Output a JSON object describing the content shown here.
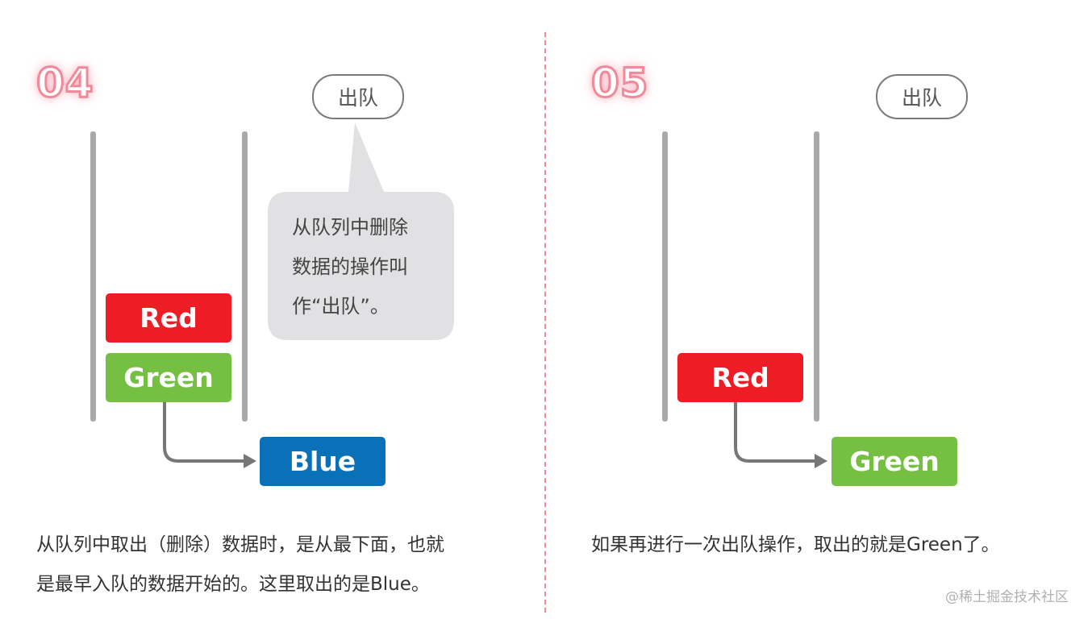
{
  "panel_left": {
    "step": "04",
    "pill": "出队",
    "callout": "从队列中删除数据的操作叫作“出队”。",
    "callout_lines": [
      "从队列中删除",
      "数据的操作叫",
      "作“出队”。"
    ],
    "queue": [
      "Red",
      "Green"
    ],
    "dequeued": "Blue",
    "caption_lines": [
      "从队列中取出（删除）数据时，是从最下面，也就",
      "是最早入队的数据开始的。这里取出的是Blue。"
    ]
  },
  "panel_right": {
    "step": "05",
    "pill": "出队",
    "queue": [
      "Red"
    ],
    "dequeued": "Green",
    "caption_lines": [
      "如果再进行一次出队操作，取出的就是Green了。"
    ]
  },
  "watermark": "@稀土掘金技术社区",
  "colors": {
    "red": "#ee1c25",
    "green": "#75bf43",
    "blue": "#0a70b8",
    "rail": "#a9a9ab",
    "accent": "#f08a9a",
    "callout": "#e1e1e3"
  }
}
